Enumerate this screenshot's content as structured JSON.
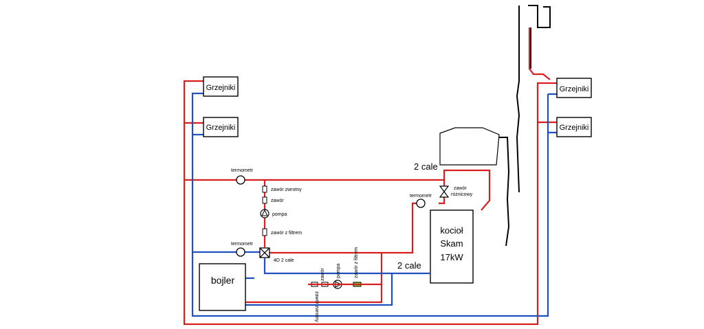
{
  "radiators": {
    "left_top": "Grzejniki",
    "left_bottom": "Grzejniki",
    "right_top": "Grzejniki",
    "right_bottom": "Grzejniki"
  },
  "labels": {
    "thermometer_top": "termometr",
    "thermometer_mid": "termometr",
    "thermometer_boiler": "termometr",
    "check_valve": "zawór zwrotny",
    "valve": "zawór",
    "pump": "pompa",
    "filter_valve": "zawór z filtrem",
    "mixing_valve": "4D 2 cale",
    "diff_valve_1": "zawór",
    "diff_valve_2": "różnicowy",
    "pipe_size_top": "2 cale",
    "pipe_size_bottom": "2 cale",
    "boiler_line1": "kocioł",
    "boiler_line2": "Skam",
    "boiler_line3": "17kW",
    "tank": "bojler",
    "v_check_valve": "zawór zwrotny",
    "v_valve": "zawór",
    "v_pump": "pompa",
    "v_filter_valve": "zawór z filtrem"
  },
  "colors": {
    "supply": "#d81e1e",
    "return": "#1f4fbf",
    "filter_accent": "#7fcf3a"
  }
}
